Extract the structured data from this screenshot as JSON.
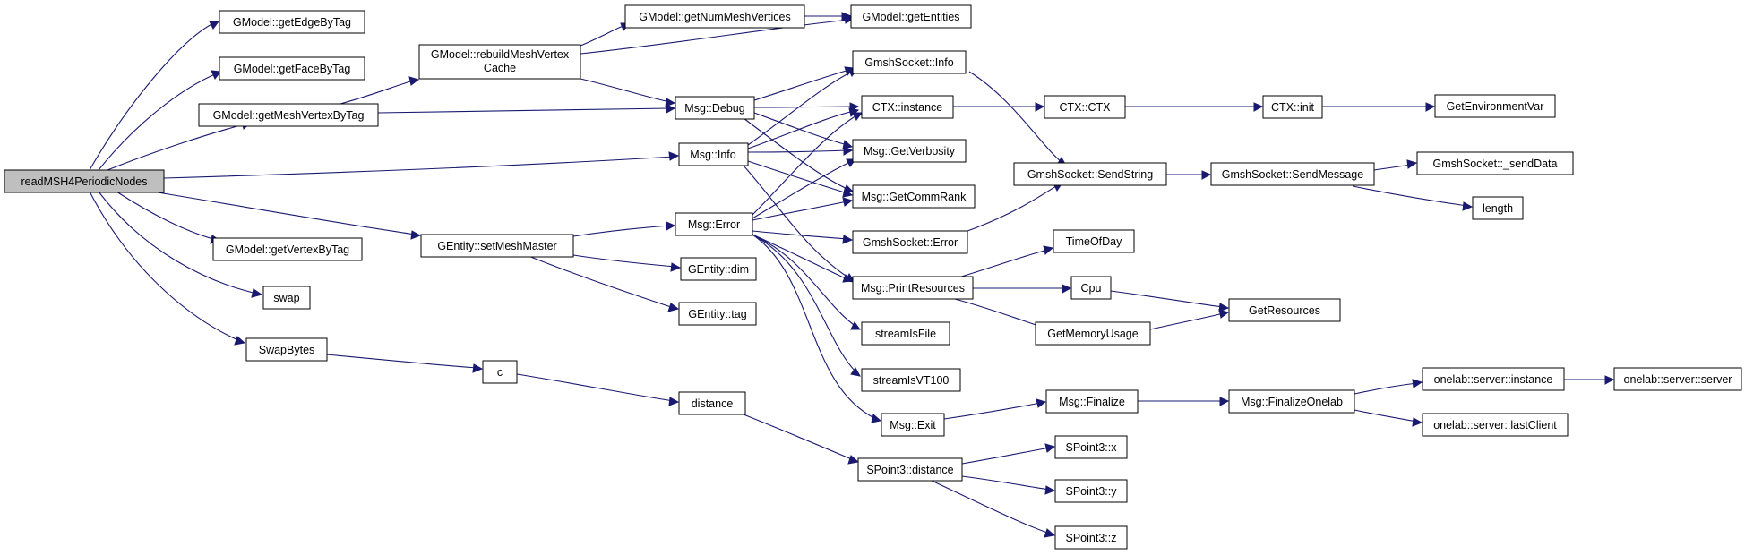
{
  "graph": {
    "edge_color": "#191970",
    "root_fill": "#bfbfbf",
    "node_fill": "#ffffff",
    "nodes": {
      "root": "readMSH4PeriodicNodes",
      "getEdgeByTag": "GModel::getEdgeByTag",
      "getFaceByTag": "GModel::getFaceByTag",
      "getMeshVertexByTag": "GModel::getMeshVertexByTag",
      "getVertexByTag": "GModel::getVertexByTag",
      "swap": "swap",
      "SwapBytes": "SwapBytes",
      "rebuildLine1": "GModel::rebuildMeshVertex",
      "rebuildLine2": "Cache",
      "getNumMeshVertices": "GModel::getNumMeshVertices",
      "getEntities": "GModel::getEntities",
      "setMeshMaster": "GEntity::setMeshMaster",
      "c": "c",
      "distance": "distance",
      "msgDebug": "Msg::Debug",
      "msgInfo": "Msg::Info",
      "msgError": "Msg::Error",
      "gentityDim": "GEntity::dim",
      "gentityTag": "GEntity::tag",
      "gmshSocketInfo": "GmshSocket::Info",
      "ctxInstance": "CTX::instance",
      "getVerbosity": "Msg::GetVerbosity",
      "getCommRank": "Msg::GetCommRank",
      "gmshSocketError": "GmshSocket::Error",
      "printResources": "Msg::PrintResources",
      "streamIsFile": "streamIsFile",
      "streamIsVT100": "streamIsVT100",
      "msgExit": "Msg::Exit",
      "spointDistance": "SPoint3::distance",
      "ctxCtx": "CTX::CTX",
      "sendString": "GmshSocket::SendString",
      "timeOfDay": "TimeOfDay",
      "cpu": "Cpu",
      "getMemoryUsage": "GetMemoryUsage",
      "msgFinalize": "Msg::Finalize",
      "spointX": "SPoint3::x",
      "spointY": "SPoint3::y",
      "spointZ": "SPoint3::z",
      "ctxInit": "CTX::init",
      "sendMessage": "GmshSocket::SendMessage",
      "getResources": "GetResources",
      "finalizeOnelab": "Msg::FinalizeOnelab",
      "getEnvironmentVar": "GetEnvironmentVar",
      "sendData": "GmshSocket::_sendData",
      "length": "length",
      "onelabInstance": "onelab::server::instance",
      "onelabLastClient": "onelab::server::lastClient",
      "onelabServer": "onelab::server::server"
    }
  }
}
